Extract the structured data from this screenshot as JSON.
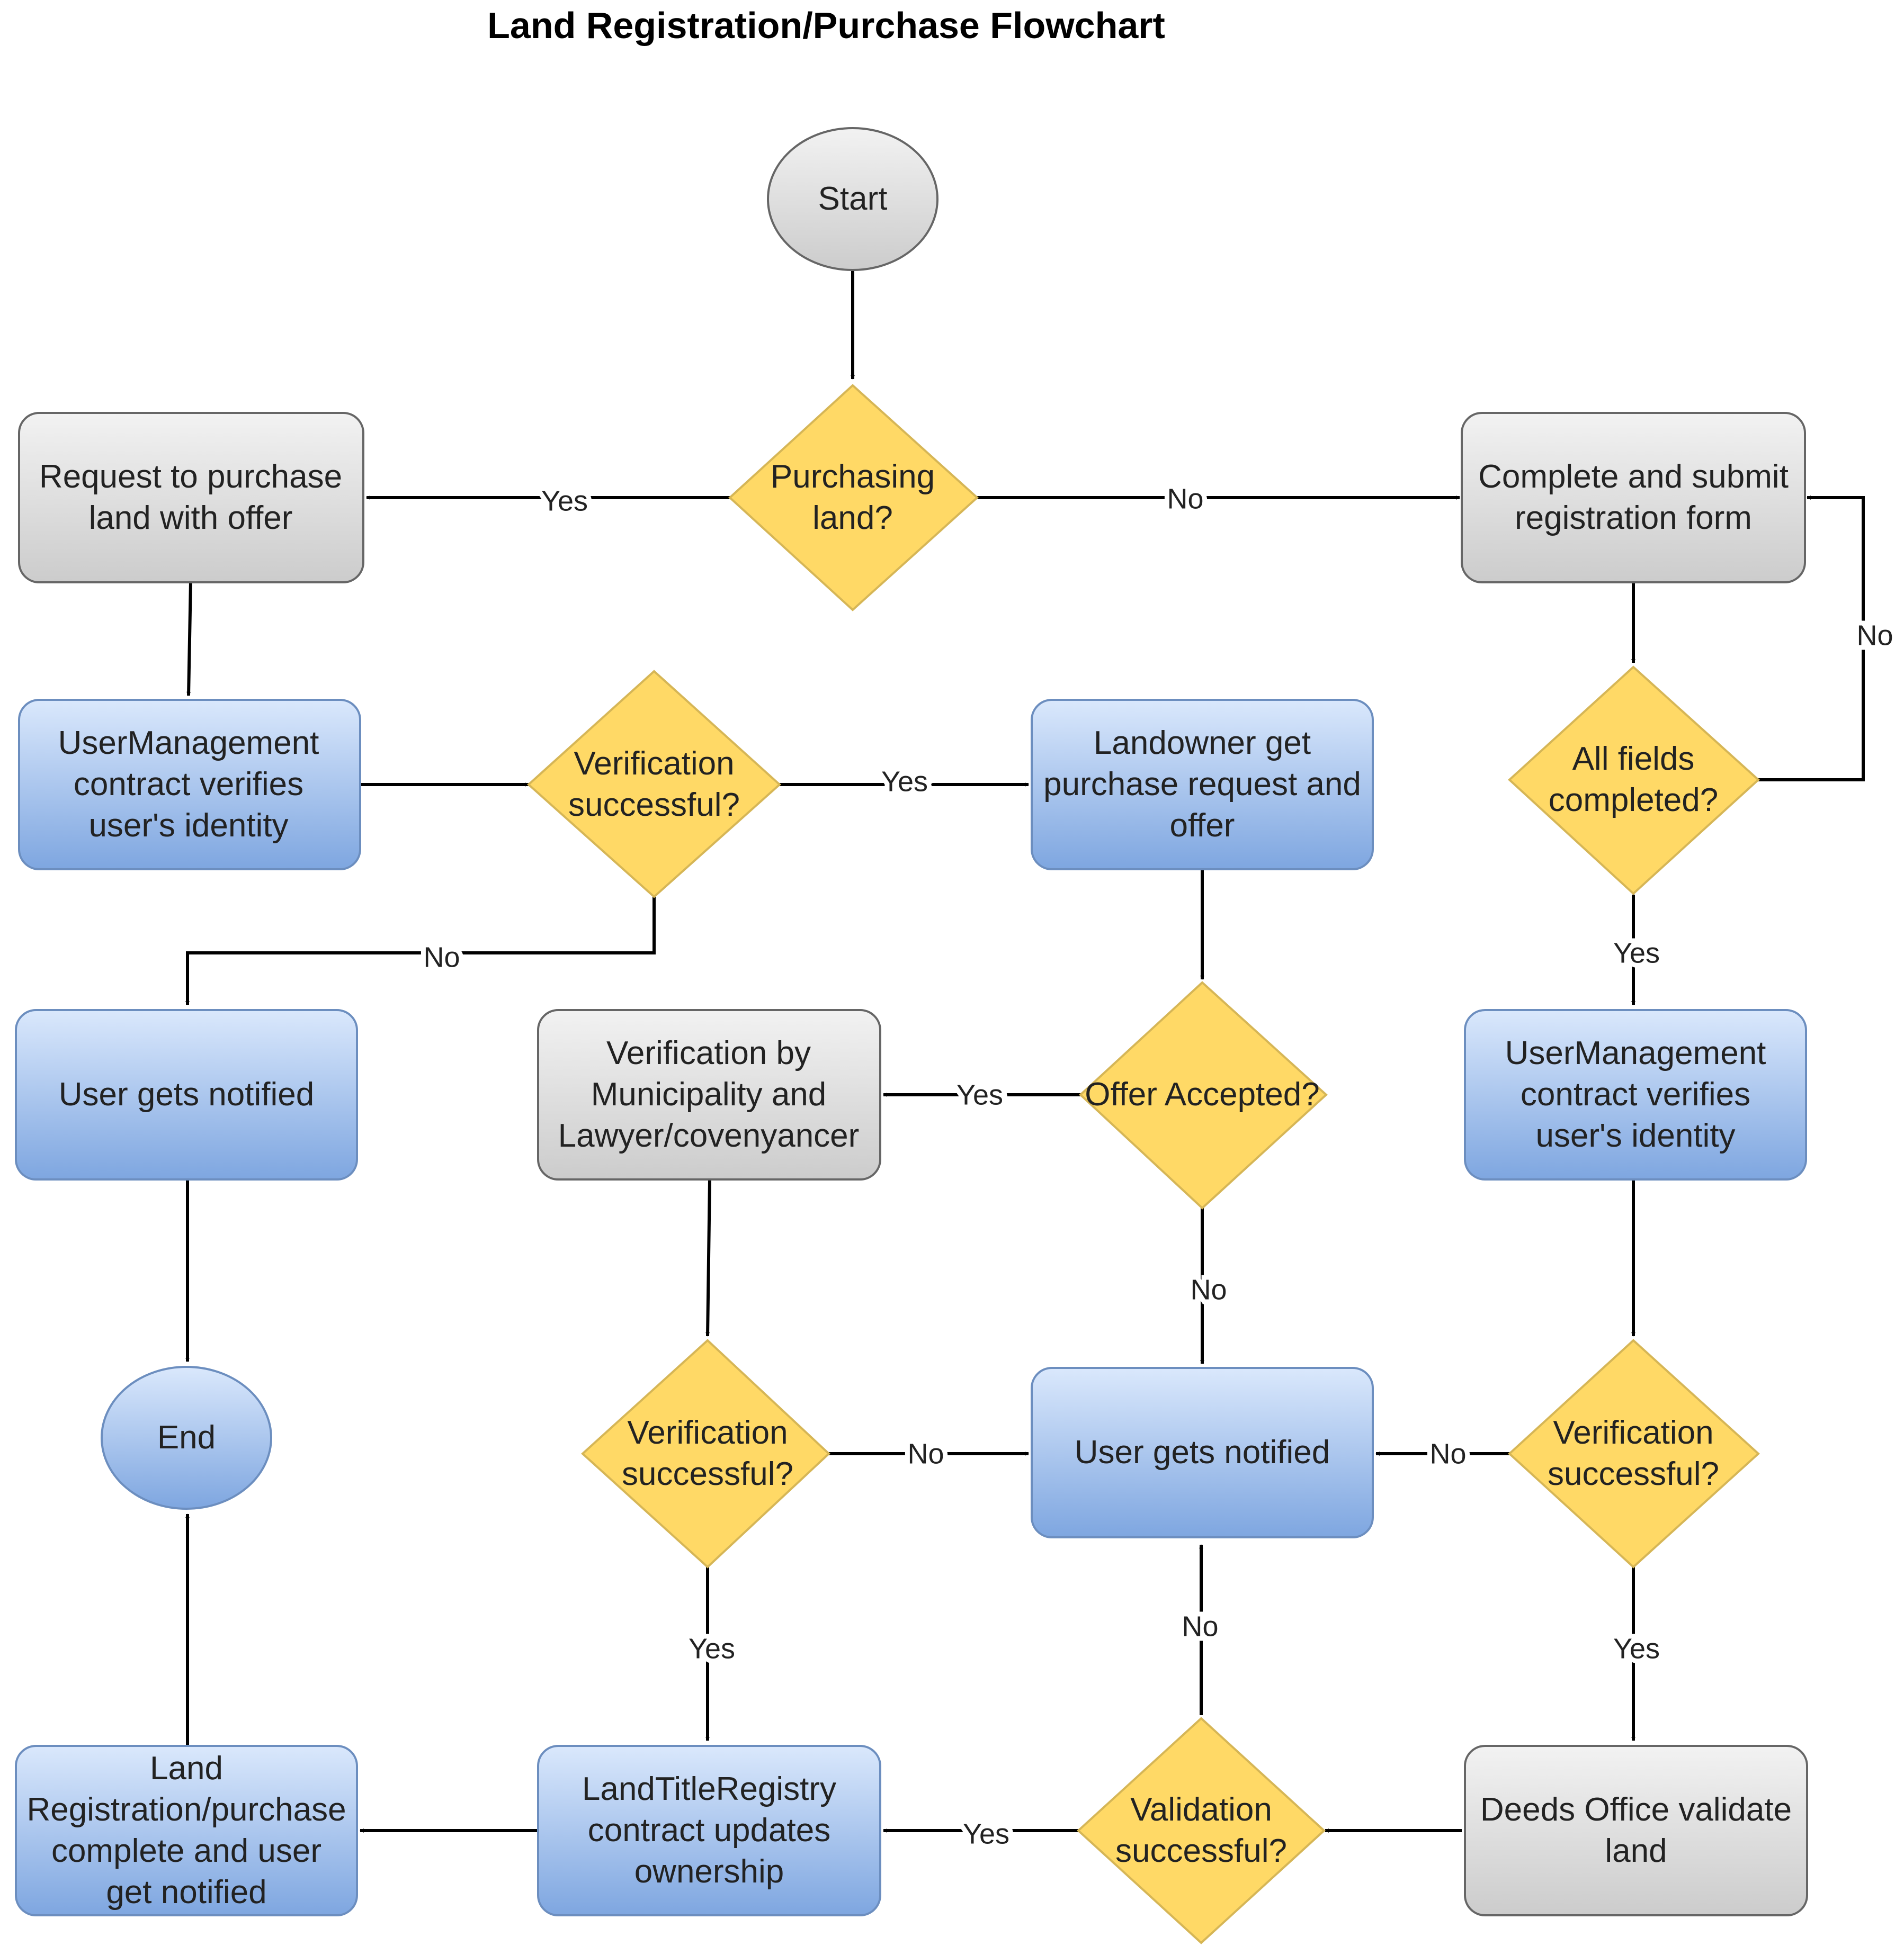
{
  "title": "Land Registration/Purchase Flowchart",
  "colors": {
    "gray_top": "#f2f2f2",
    "gray_bottom": "#cccccc",
    "gray_stroke": "#666666",
    "blue_top": "#dae8fc",
    "blue_bottom": "#7ea6e0",
    "blue_stroke": "#6c8ebf",
    "yellow": "#ffd966",
    "yellow_stroke": "#d6b656",
    "edge": "#000000"
  },
  "nodes": {
    "start": [
      "Start"
    ],
    "purchasing": [
      "Purchasing",
      "land?"
    ],
    "request_purchase": [
      "Request to purchase",
      "land with offer"
    ],
    "complete_form": [
      "Complete and submit",
      "registration form"
    ],
    "usermgmt_left": [
      "UserManagement",
      "contract verifies",
      "user's identity"
    ],
    "verify_left": [
      "Verification",
      "successful?"
    ],
    "landowner": [
      "Landowner get",
      "purchase request and",
      "offer"
    ],
    "all_fields": [
      "All fields",
      "completed?"
    ],
    "notified_left": [
      "User gets notified"
    ],
    "verify_municipality": [
      "Verification by",
      "Municipality and",
      "Lawyer/covenyancer"
    ],
    "offer_accepted": [
      "Offer Accepted?"
    ],
    "usermgmt_right": [
      "UserManagement",
      "contract verifies",
      "user's identity"
    ],
    "end": [
      "End"
    ],
    "verify_mid": [
      "Verification",
      "successful?"
    ],
    "notified_center": [
      "User gets notified"
    ],
    "verify_right": [
      "Verification",
      "successful?"
    ],
    "complete_notified": [
      "Land",
      "Registration/purchase",
      "complete and user",
      "get notified"
    ],
    "landtitle": [
      "LandTitleRegistry",
      "contract updates",
      "ownership"
    ],
    "validation": [
      "Validation",
      "successful?"
    ],
    "deeds": [
      "Deeds Office validate",
      "land"
    ]
  },
  "edge_labels": {
    "purchase_yes": "Yes",
    "purchase_no": "No",
    "fields_no": "No",
    "verify_left_yes": "Yes",
    "verify_left_no": "No",
    "fields_yes": "Yes",
    "offer_yes": "Yes",
    "offer_no": "No",
    "verify_mid_no": "No",
    "verify_right_no": "No",
    "verify_mid_yes": "Yes",
    "verify_right_yes": "Yes",
    "validation_no": "No",
    "validation_yes": "Yes"
  }
}
